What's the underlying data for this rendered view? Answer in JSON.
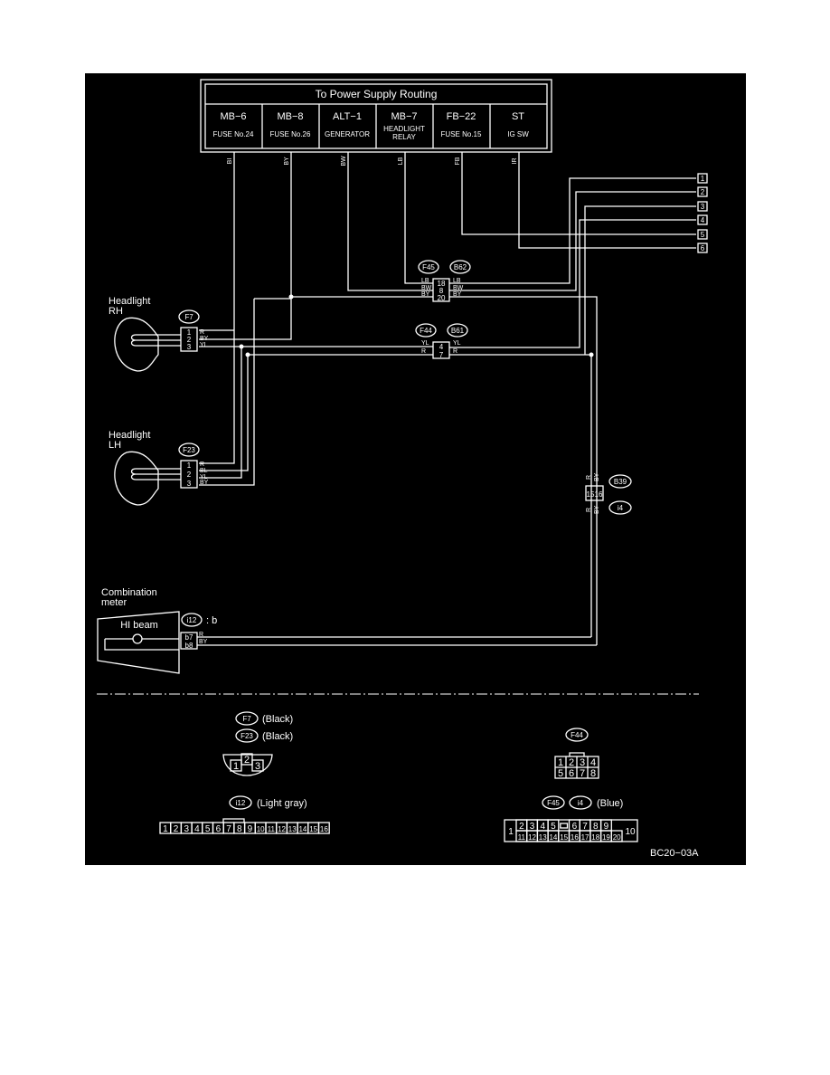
{
  "power_supply": {
    "title": "To Power Supply Routing",
    "fuses": [
      {
        "code": "MB−6",
        "desc": "FUSE No.24"
      },
      {
        "code": "MB−8",
        "desc": "FUSE No.26"
      },
      {
        "code": "ALT−1",
        "desc": "GENERATOR"
      },
      {
        "code": "MB−7",
        "desc": "HEADLIGHT RELAY"
      },
      {
        "code": "FB−22",
        "desc": "FUSE No.15"
      },
      {
        "code": "ST",
        "desc": "IG SW"
      }
    ],
    "wire_colors": [
      "BI",
      "BY",
      "BW",
      "LB",
      "FB",
      "IR"
    ]
  },
  "side_connectors": [
    "1",
    "2",
    "3",
    "4",
    "5",
    "6"
  ],
  "components": {
    "headlight_rh": {
      "label": "Headlight RH",
      "connector": "F7",
      "pins": [
        "1",
        "2",
        "3"
      ],
      "wires": [
        "R",
        "BY",
        "YL"
      ]
    },
    "headlight_lh": {
      "label": "Headlight LH",
      "connector": "F23",
      "pins": [
        "1",
        "2",
        "3"
      ],
      "wires": [
        "R",
        "BL",
        "YL",
        "BY"
      ]
    },
    "conn_f45_b62": {
      "left": "F45",
      "right": "B62",
      "pins": [
        "18",
        "8",
        "20"
      ],
      "wires_left": [
        "LB",
        "BW",
        "BY"
      ],
      "wires_right": [
        "LB",
        "BW",
        "BY"
      ]
    },
    "conn_f44_b61": {
      "left": "F44",
      "right": "B61",
      "pins": [
        "4",
        "7"
      ],
      "wires_left": [
        "YL",
        "R"
      ],
      "wires_right": [
        "YL",
        "R"
      ]
    },
    "conn_b39_i4": {
      "top": "B39",
      "bottom": "i4",
      "pins": [
        "15",
        "16"
      ],
      "wires_top": [
        "R",
        "BY"
      ],
      "wires_bottom": [
        "R",
        "BY"
      ]
    },
    "combination_meter": {
      "label": "Combination meter",
      "lamp": "HI beam",
      "connector": "i12",
      "suffix": ": b",
      "pins": [
        "b7",
        "b8"
      ],
      "wires": [
        "R",
        "BY"
      ]
    }
  },
  "legend": {
    "f7": {
      "code": "F7",
      "color": "(Black)"
    },
    "f23": {
      "code": "F23",
      "color": "(Black)"
    },
    "f7_pins": [
      "1",
      "2",
      "3"
    ],
    "f44": {
      "code": "F44",
      "pins_top": [
        "1",
        "2",
        "3",
        "4"
      ],
      "pins_bottom": [
        "5",
        "6",
        "7",
        "8"
      ]
    },
    "i12": {
      "code": "i12",
      "color": "(Light gray)",
      "pins": [
        "1",
        "2",
        "3",
        "4",
        "5",
        "6",
        "7",
        "8",
        "9",
        "10",
        "11",
        "12",
        "13",
        "14",
        "15",
        "16"
      ]
    },
    "f45": {
      "code": "F45",
      "alt": "i4",
      "color": "(Blue)",
      "first": "1",
      "last": "10",
      "pins_top": [
        "2",
        "3",
        "4",
        "5",
        "",
        "6",
        "7",
        "8",
        "9"
      ],
      "pins_bottom": [
        "11",
        "12",
        "13",
        "14",
        "15",
        "16",
        "17",
        "18",
        "19",
        "20"
      ]
    }
  },
  "footer_code": "BC20−03A"
}
